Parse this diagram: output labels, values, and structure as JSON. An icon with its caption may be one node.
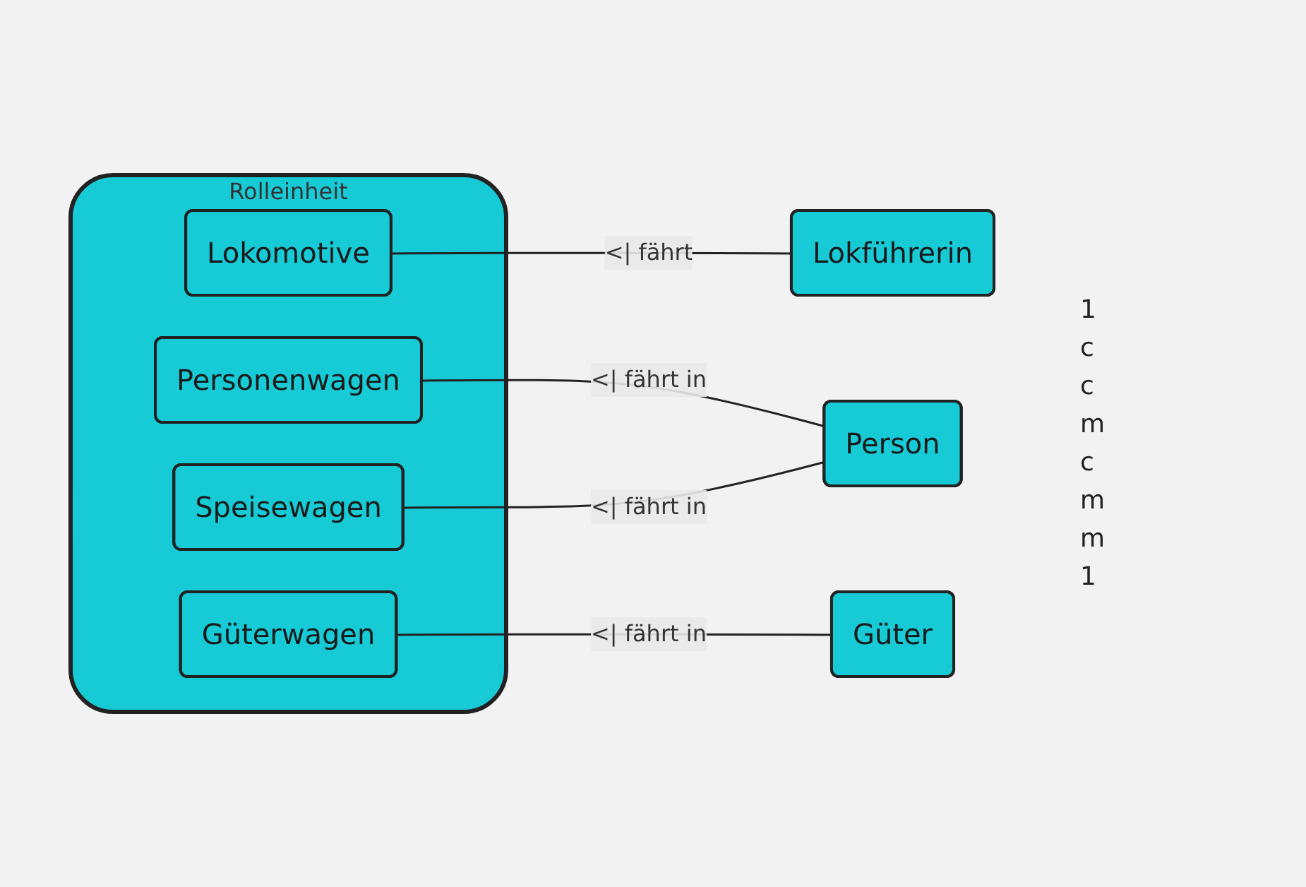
{
  "diagram": {
    "nodes": [
      {
        "text": [
          "Rolleinheit"
        ]
      },
      {
        "text": [
          "Lokomotive"
        ],
        "in": 0
      },
      {
        "text": [
          "Personenwagen"
        ],
        "in": 0
      },
      {
        "text": [
          "Speisewagen"
        ],
        "in": 0
      },
      {
        "text": [
          "Güterwagen"
        ],
        "in": 0
      },
      {
        "text": [
          "Lokführerin"
        ]
      },
      {
        "text": [
          "Person"
        ]
      },
      {
        "text": [
          "Güter"
        ]
      }
    ],
    "edges": [
      {
        "from": 1,
        "to": 5,
        "arrow": "none",
        "label": "<| fährt"
      },
      {
        "from": 2,
        "to": 6,
        "arrow": "none",
        "label": "<| fährt in"
      },
      {
        "from": 3,
        "to": 6,
        "arrow": "none",
        "label": "<| fährt in"
      },
      {
        "from": 4,
        "to": 7,
        "arrow": "none",
        "label": "<| fährt in"
      }
    ],
    "labels": [
      "1",
      "c",
      "c",
      "m",
      "c",
      "m",
      "m",
      "1"
    ]
  }
}
